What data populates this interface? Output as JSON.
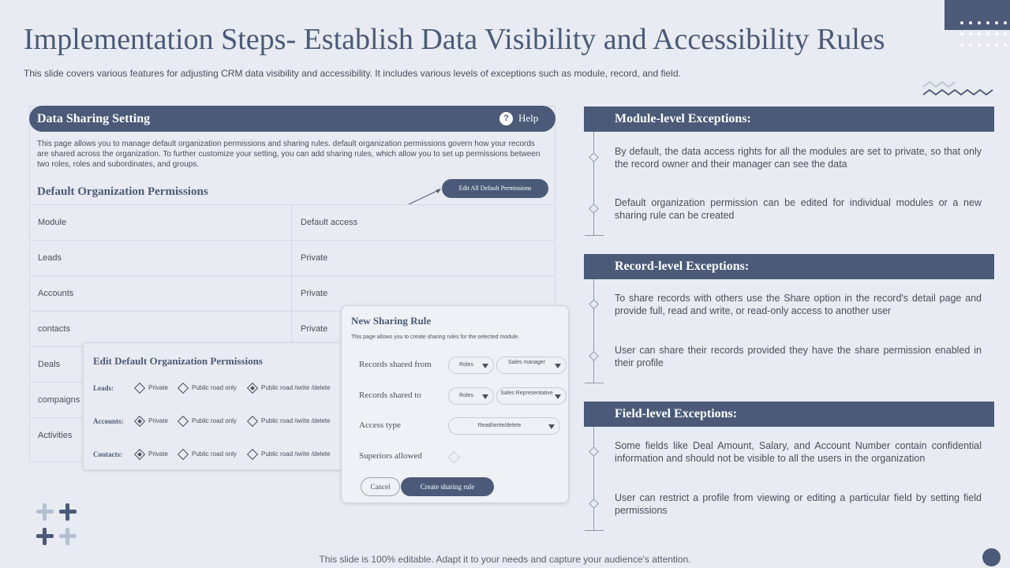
{
  "slide": {
    "title": "Implementation Steps- Establish Data Visibility and Accessibility Rules",
    "subtitle": "This slide covers various features for adjusting CRM data visibility and accessibility. It includes various levels of exceptions such as module, record, and field.",
    "footer": "This slide is 100% editable. Adapt it to your needs and capture your audience's attention."
  },
  "data_sharing": {
    "title": "Data Sharing Setting",
    "help_icon": "?",
    "help_label": "Help",
    "description": "This page allows you to manage default organization permissions and sharing rules. default organization permissions govern how your records are shared across the organization. To further customize your setting, you can add sharing rules, which allow you to set up permissions between two roles, roles and subordinates, and groups.",
    "permissions_title": "Default Organization Permissions",
    "edit_all_button": "Edit All Default Permissions",
    "table": {
      "headers": [
        "Module",
        "Default access"
      ],
      "rows": [
        [
          "Leads",
          "Private"
        ],
        [
          "Accounts",
          "Private"
        ],
        [
          "contacts",
          "Private"
        ],
        [
          "Deals",
          ""
        ],
        [
          "compaigns",
          ""
        ],
        [
          "Activities",
          ""
        ]
      ]
    }
  },
  "edit_permissions": {
    "title": "Edit Default Organization Permissions",
    "options": [
      "Private",
      "Public road only",
      "Public road /write /delete"
    ],
    "rows": [
      {
        "label": "Leads:",
        "selected": 2
      },
      {
        "label": "Accounts:",
        "selected": 0
      },
      {
        "label": "Contacts:",
        "selected": 0
      }
    ]
  },
  "sharing_rule": {
    "title": "New Sharing Rule",
    "description": "This page allows you to create sharing rules for the selected module.",
    "shared_from_label": "Records shared from",
    "shared_from_role": "Roles",
    "shared_from_value": "Sales manager",
    "shared_to_label": "Records shared to",
    "shared_to_role": "Roles",
    "shared_to_value": "Sales Representative",
    "access_type_label": "Access type",
    "access_type_value": "Read/write/delete",
    "superiors_label": "Superiors allowed",
    "cancel_button": "Cancel",
    "create_button": "Create sharing  rule"
  },
  "sections": [
    {
      "title": "Module-level Exceptions:",
      "points": [
        "By default, the data access rights for all the modules are set to private,  so that only the record owner and their manager can see the data",
        "Default organization permission can be edited for individual  modules or a new sharing rule can be created"
      ]
    },
    {
      "title": "Record-level Exceptions:",
      "points": [
        "To share records with others use the Share option in the record's detail page and provide  full, read and write, or read-only  access to another user",
        "User can share their records provided  they have  the share permission enabled in their profile"
      ]
    },
    {
      "title": "Field-level Exceptions:",
      "points": [
        "Some fields like Deal Amount, Salary, and Account Number contain confidential information  and should not be visible  to all the users in the organization",
        " User can restrict a profile from viewing  or editing a particular field by setting field permissions"
      ]
    }
  ],
  "colors": {
    "accent": "#4a5a78",
    "background": "#e8ebf1",
    "plus_light": "#b4c0d2"
  },
  "icons": {
    "help": "help-icon",
    "plus": "plus-icon",
    "diamond": "diamond-radio-icon"
  }
}
